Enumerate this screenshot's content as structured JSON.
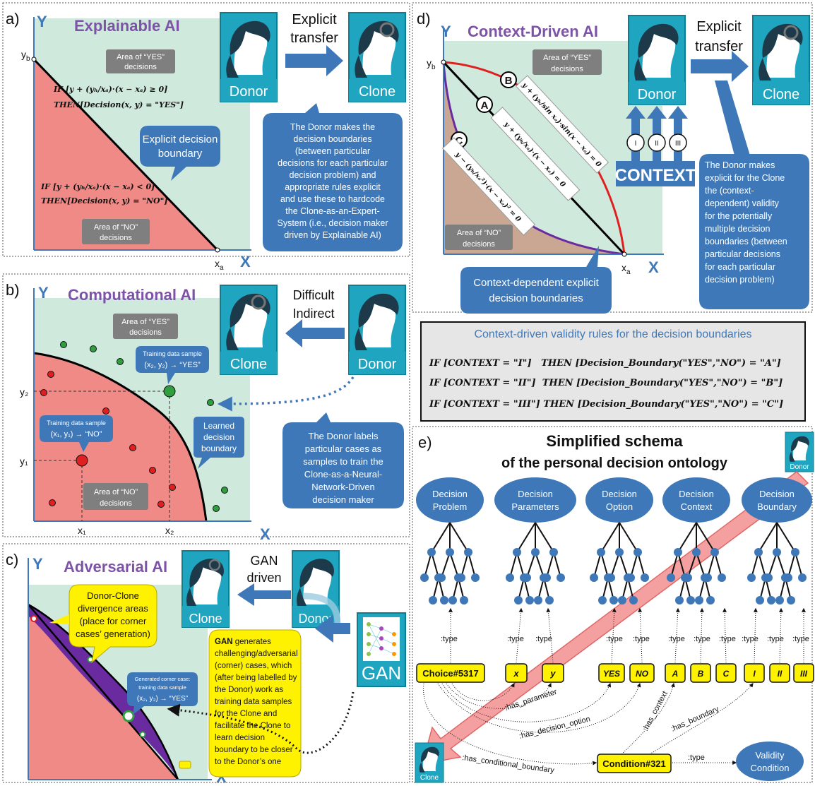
{
  "panel_a": {
    "letter": "a)",
    "title": "Explainable AI",
    "y_axis": "Y",
    "x_axis": "X",
    "yb_label": "y",
    "yb_sub": "b",
    "xa_label": "x",
    "xa_sub": "a",
    "yes_area": [
      "Area of “YES”",
      "decisions"
    ],
    "no_area": [
      "Area of “NO”",
      "decisions"
    ],
    "rule_yes": [
      "IF [y + (yₕ/xₐ)·(x − xₐ) ≥ 0]",
      "THEN[Decision(x, y) = \"YES\"]"
    ],
    "rule_no": [
      "IF [y + (yₕ/xₐ)·(x − xₐ) < 0]",
      "THEN[Decision(x, y) = \"NO\"]"
    ],
    "callout": [
      "Explicit decision",
      "boundary"
    ],
    "donor": "Donor",
    "clone": "Clone",
    "transfer": [
      "Explicit",
      "transfer"
    ],
    "explanation": [
      "The Donor makes the",
      "decision boundaries",
      "(between particular",
      "decisions for each particular",
      "decision problem) and",
      "appropriate rules explicit",
      "and use these to hardcode",
      "the Clone-as-an-Expert-",
      "System (i.e., decision maker",
      "driven by Explainable AI)"
    ]
  },
  "panel_b": {
    "letter": "b)",
    "title": "Computational AI",
    "y_axis": "Y",
    "x_axis": "X",
    "y2": "y₂",
    "y1": "y₁",
    "x1": "x₁",
    "x2": "x₂",
    "yes_area": [
      "Area of “YES”",
      "decisions"
    ],
    "no_area": [
      "Area of “NO”",
      "decisions"
    ],
    "sample_yes": [
      "Training data sample",
      "(x₂, y₂) → “YES”"
    ],
    "sample_no": [
      "Training data sample",
      "(x₁, y₁) → “NO”"
    ],
    "learned": [
      "Learned",
      "decision",
      "boundary"
    ],
    "clone": "Clone",
    "donor": "Donor",
    "transfer": [
      "Difficult",
      "Indirect"
    ],
    "explanation": [
      "The Donor labels",
      "particular cases as",
      "samples to train the",
      "Clone-as-a-Neural-",
      "Network-Driven",
      "decision maker"
    ]
  },
  "panel_c": {
    "letter": "c)",
    "title": "Adversarial AI",
    "y_axis": "Y",
    "x_axis": "X",
    "divergence": [
      "Donor-Clone",
      "divergence areas",
      "(place for corner",
      "cases’ generation)"
    ],
    "corner_case": [
      "Generated corner case:",
      "training data sample",
      "(x₂, y₂) → “YES”"
    ],
    "clone": "Clone",
    "donor": "Donor",
    "gan": "GAN",
    "transfer": [
      "GAN",
      "driven"
    ],
    "explanation_bold": "GAN",
    "explanation": [
      " generates",
      "challenging/adversarial",
      "(corner) cases, which",
      "(after being labelled by",
      "the Donor) work as",
      "training data samples",
      "for the Clone and",
      "facilitate the Clone to",
      "learn decision",
      "boundary to be closer",
      "to the Donor’s one"
    ]
  },
  "panel_d": {
    "letter": "d)",
    "title": "Context-Driven AI",
    "y_axis": "Y",
    "x_axis": "X",
    "yb_label": "y",
    "yb_sub": "b",
    "xa_label": "x",
    "xa_sub": "a",
    "yes_area": [
      "Area of “YES”",
      "decisions"
    ],
    "no_area": [
      "Area of “NO”",
      "decisions"
    ],
    "labels": [
      "A",
      "B",
      "C"
    ],
    "eq_a": "y + (yₕ/xₐ)·(x − xₐ) = 0",
    "eq_b": "y + (yₕ/sin xₐ)·sin(x − xₐ) = 0",
    "eq_c": "y − (yₕ/xₐ²)·(x − xₐ)² = 0",
    "donor": "Donor",
    "clone": "Clone",
    "transfer": [
      "Explicit",
      "transfer"
    ],
    "context": "CONTEXT",
    "context_items": [
      "I",
      "II",
      "III"
    ],
    "callout": [
      "Context-dependent explicit",
      "decision boundaries"
    ],
    "explanation": [
      "The Donor makes",
      "explicit for the Clone",
      "the (context-",
      "dependent) validity",
      "for  the potentially",
      "multiple decision",
      "boundaries (between",
      "particular decisions",
      "for each particular",
      "decision problem)"
    ],
    "rules_title": "Context-driven validity rules for the decision boundaries",
    "rules": [
      "IF [CONTEXT = \"I\"]   THEN [Decision_Boundary(\"YES\",\"NO\") = \"A\"]",
      "IF [CONTEXT = \"II\"]  THEN [Decision_Boundary(\"YES\",\"NO\") = \"B\"]",
      "IF [CONTEXT = \"III\"] THEN [Decision_Boundary(\"YES\",\"NO\") = \"C\"]"
    ]
  },
  "panel_e": {
    "letter": "e)",
    "title": [
      "Simplified schema",
      "of the personal decision ontology"
    ],
    "classes": [
      [
        "Decision",
        "Problem"
      ],
      [
        "Decision",
        "Parameters"
      ],
      [
        "Decision",
        "Option"
      ],
      [
        "Decision",
        "Context"
      ],
      [
        "Decision",
        "Boundary"
      ]
    ],
    "instances": [
      "Choice#5317",
      "x",
      "y",
      "YES",
      "NO",
      "A",
      "B",
      "C",
      "I",
      "II",
      "III"
    ],
    "type_label": ":type",
    "relations": [
      ":has_parameter",
      ":has_decision_option",
      ":has_conditional_boundary",
      ":has_context",
      ":has_boundary"
    ],
    "condition": "Condition#321",
    "validity": [
      "Validity",
      "Condition"
    ],
    "donor": "Donor",
    "clone": "Clone"
  },
  "colors": {
    "green_area": "#cfe9dc",
    "red_area": "#f08a86",
    "blue_box": "#3f78b8",
    "teal": "#1fa5bf",
    "purple_title": "#7d52a8",
    "yellow": "#fff200",
    "purple_div": "#6a2aa0"
  }
}
